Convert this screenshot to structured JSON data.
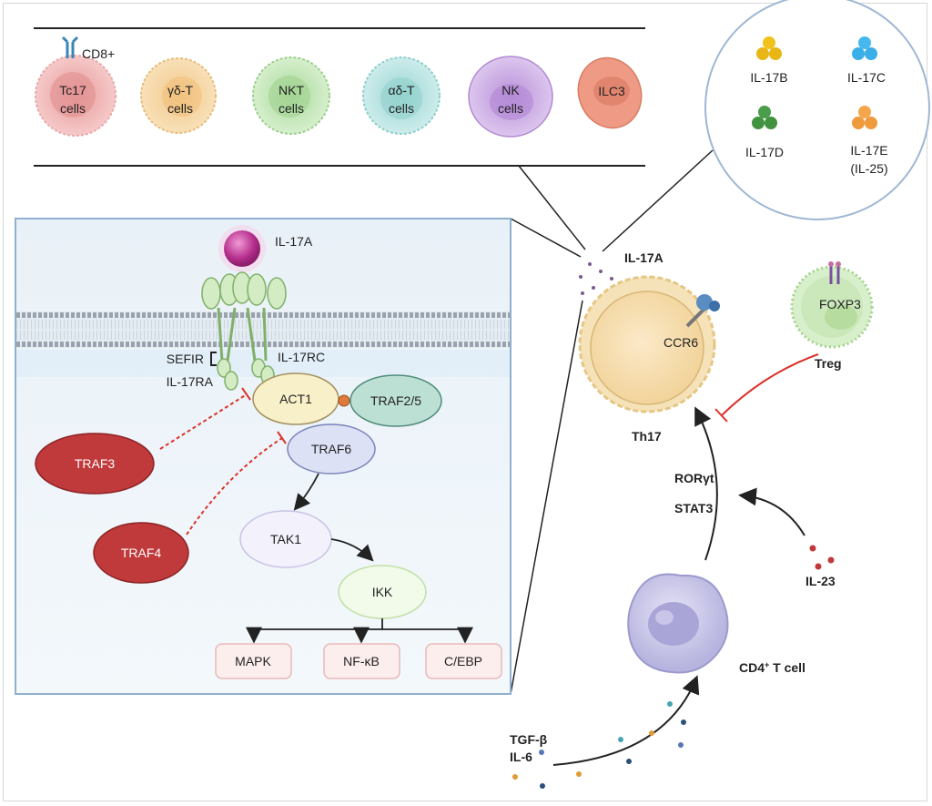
{
  "cells_row": [
    {
      "line1": "Tc17",
      "line2": "cells",
      "extra": "CD8+"
    },
    {
      "line1": "γδ-T",
      "line2": "cells"
    },
    {
      "line1": "NKT",
      "line2": "cells"
    },
    {
      "line1": "αδ-T",
      "line2": "cells"
    },
    {
      "line1": "NK",
      "line2": "cells"
    },
    {
      "line1": "ILC3",
      "line2": ""
    }
  ],
  "family": {
    "b": "IL-17B",
    "c": "IL-17C",
    "d": "IL-17D",
    "e1": "IL-17E",
    "e2": "(IL-25)"
  },
  "receptor": {
    "ligand": "IL-17A",
    "sefir": "SEFIR",
    "ra": "IL-17RA",
    "rc": "IL-17RC"
  },
  "pathway": {
    "act1": "ACT1",
    "traf25": "TRAF2/5",
    "traf6": "TRAF6",
    "traf3": "TRAF3",
    "traf4": "TRAF4",
    "tak1": "TAK1",
    "ikk": "IKK",
    "mapk": "MAPK",
    "nfkb": "NF-κB",
    "cebp": "C/EBP"
  },
  "right": {
    "il17a": "IL-17A",
    "ccr6": "CCR6",
    "th17": "Th17",
    "foxp3": "FOXP3",
    "treg": "Treg",
    "ror": "RORγt",
    "stat3": "STAT3",
    "il23": "IL-23",
    "cd4": "CD4",
    "cd4_sup": "+",
    "cd4_rest": " T cell",
    "tgf": "TGF-β",
    "il6": "IL-6"
  },
  "colors": {
    "traf_red": "#c0393b",
    "inhibit_red": "#d9342b",
    "panel_bg": "#eef5fa",
    "panel_border": "#8fb0cf"
  }
}
